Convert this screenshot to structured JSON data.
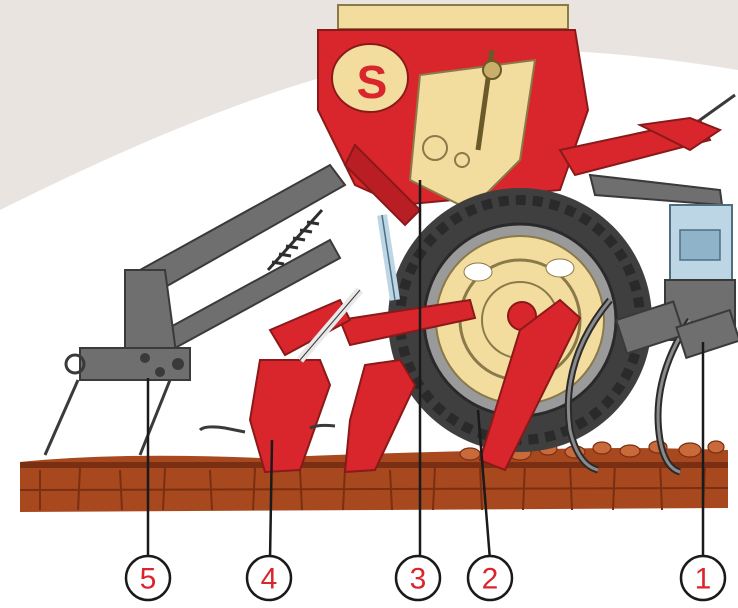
{
  "logo": {
    "letter": "S"
  },
  "callouts": [
    "1",
    "2",
    "3",
    "4",
    "5"
  ],
  "colors": {
    "red": "#d9262c",
    "cream": "#f2dc9e",
    "grey": "#6f6f6f",
    "dark_grey": "#4f4f4f",
    "light_blue": "#bcd6e6",
    "soil": "#a8481f",
    "soil_dark": "#7a2e12",
    "tyre": "#3f3f3f"
  }
}
